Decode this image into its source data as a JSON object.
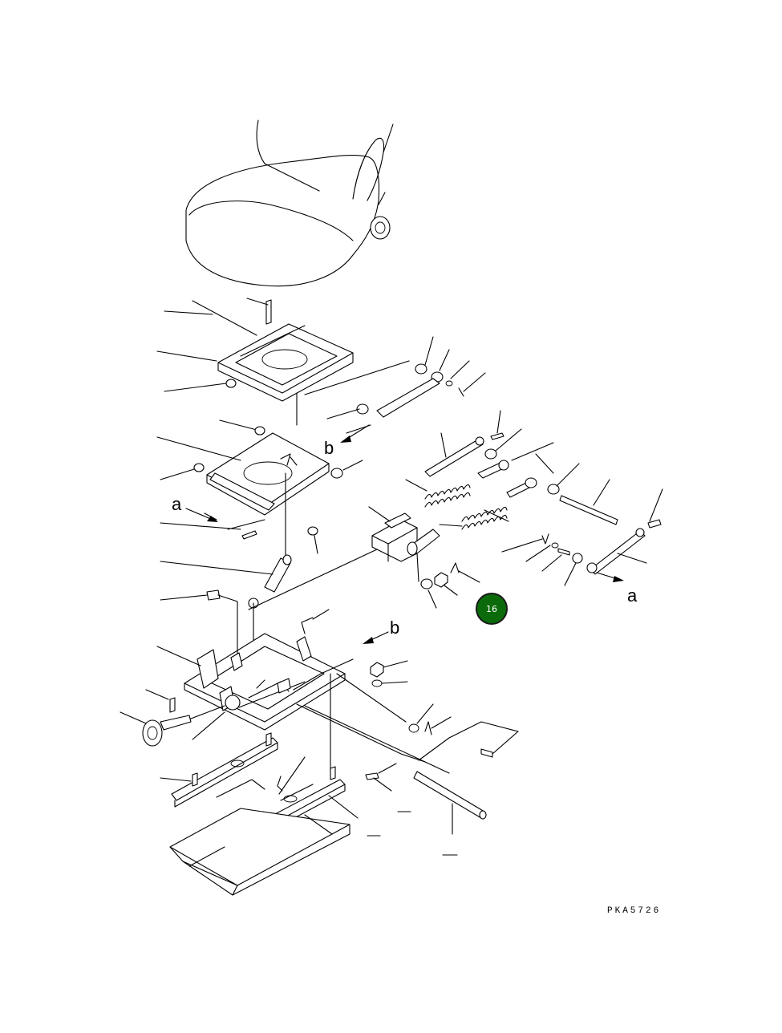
{
  "labels": {
    "a_upper": "a",
    "b_upper": "b",
    "b_lower": "b",
    "a_right": "a"
  },
  "badge": {
    "text": "16",
    "fill": "#0b6b0b",
    "ring": "#1a1a1a"
  },
  "drawing_code": "PKA5726"
}
